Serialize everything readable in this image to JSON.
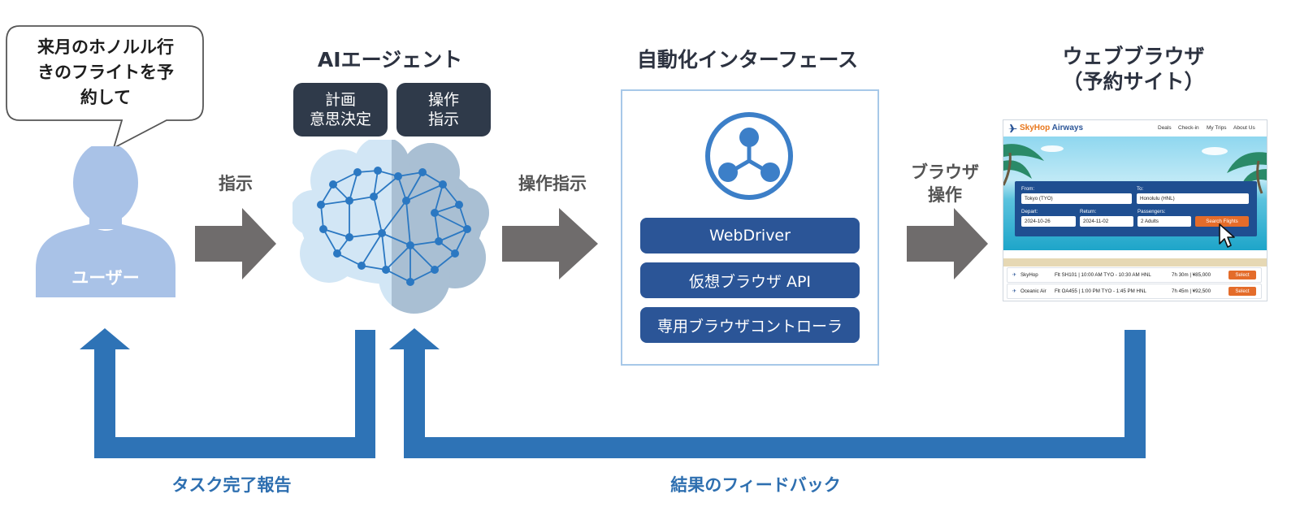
{
  "user": {
    "speech": [
      "来月のホノルル行",
      "きのフライトを予",
      "約して"
    ],
    "label": "ユーザー"
  },
  "arrows": {
    "instruct": "指示",
    "operate": "操作指示",
    "browser_op": [
      "ブラウザ",
      "操作"
    ]
  },
  "agent": {
    "title": "AIエージェント",
    "pill_plan": [
      "計画",
      "意思決定"
    ],
    "pill_op": [
      "操作",
      "指示"
    ]
  },
  "interface": {
    "title": "自動化インターフェース",
    "buttons": [
      "WebDriver",
      "仮想ブラウザ API",
      "専用ブラウザコントローラ"
    ]
  },
  "browser": {
    "title_lines": [
      "ウェブブラウザ",
      "（予約サイト）"
    ],
    "site": {
      "logo_a": "SkyHop",
      "logo_b": "Airways",
      "nav": [
        "Deals",
        "Check-in",
        "My Trips",
        "About Us"
      ],
      "from_label": "From:",
      "from_value": "Tokyo (TYO)",
      "to_label": "To:",
      "to_value": "Honolulu (HNL)",
      "depart_label": "Depart:",
      "depart_value": "2024-10-26",
      "return_label": "Return:",
      "return_value": "2024-11-02",
      "pax_label": "Passengers:",
      "pax_value": "2 Adults",
      "search": "Search Flights",
      "results": [
        {
          "airline": "SkyHop",
          "flight": "Flt SH101 | 10:00 AM TYO - 10:30 AM HNL",
          "duration": "7h 30m | ¥85,000",
          "select": "Select"
        },
        {
          "airline": "Oceanic Air",
          "flight": "Flt OA455 | 1:00 PM TYO - 1:45 PM HNL",
          "duration": "7h 45m | ¥92,500",
          "select": "Select"
        }
      ]
    }
  },
  "feedback": {
    "task_report": "タスク完了報告",
    "result_feedback": "結果のフィードバック"
  },
  "colors": {
    "dark_navy": "#2f3a4a",
    "button_blue": "#2b5597",
    "flow_blue": "#2e73b6",
    "arrow_gray": "#6f6c6c",
    "user_blue": "#a9c2e7"
  }
}
